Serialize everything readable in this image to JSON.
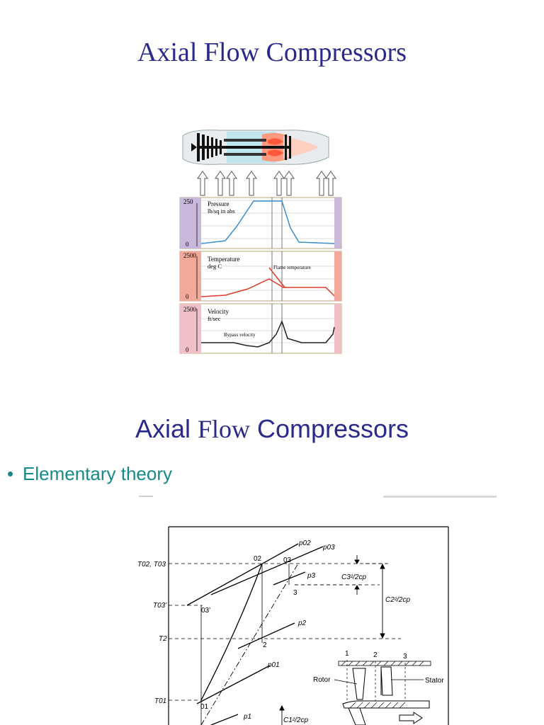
{
  "slide1": {
    "title": "Axial Flow Compressors",
    "figure": {
      "pressure_panel": {
        "label_line1": "Pressure",
        "label_line2": "lb/sq in abs",
        "y_max": "250",
        "y_min": "0"
      },
      "temperature_panel": {
        "label_line1": "Temperature",
        "label_line2": "deg C",
        "y_max": "2500",
        "y_min": "0",
        "annotation": "Flame temperature"
      },
      "velocity_panel": {
        "label_line1": "Velocity",
        "label_line2": "ft/sec",
        "y_max": "2500",
        "y_min": "0",
        "annotation": "Bypass velocity"
      },
      "colors": {
        "pressure_bg": "#c9b7dc",
        "temperature_bg": "#f2a99a",
        "velocity_bg": "#f0c0c8",
        "pressure_line": "#3a8fd0",
        "temperature_line": "#e03a2a",
        "velocity_line": "#222222"
      }
    }
  },
  "slide2": {
    "title_part1": "Axial ",
    "title_part2": "Flow",
    "title_part3": " Compressors",
    "bullet": "Elementary theory",
    "diagram": {
      "T02_T03": "T02, T03",
      "T03p": "T03'",
      "T2": "T2",
      "T01": "T01",
      "pt02": "02",
      "pt03": "03",
      "pt03p": "03'",
      "pt3": "3",
      "pt2": "2",
      "pt01": "01",
      "p02": "p02",
      "p03": "p03",
      "p3": "p3",
      "p2": "p2",
      "p01": "p01",
      "p1": "p1",
      "c3": "C3²/2cp",
      "c2": "C2²/2cp",
      "c1": "C1²/2cp",
      "stage1": "1",
      "stage2": "2",
      "stage3": "3",
      "rotor": "Rotor",
      "stator": "Stator"
    }
  }
}
